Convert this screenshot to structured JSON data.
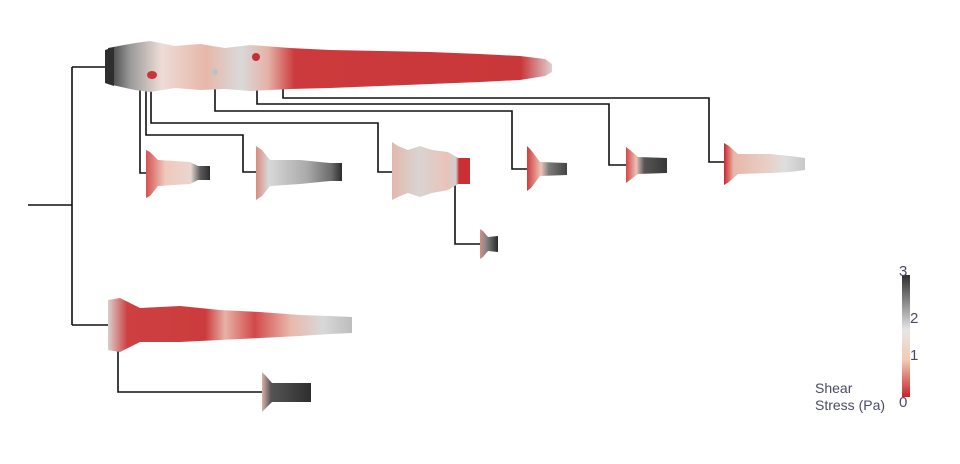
{
  "colorbar": {
    "title_line1": "Shear",
    "title_line2": "Stress (Pa)",
    "ticks": [
      "3",
      "2",
      "1",
      "0"
    ],
    "min": 0,
    "max": 3,
    "colors": {
      "low": "#c7232b",
      "mid_low": "#f2c9b4",
      "mid": "#e6e6e6",
      "high": "#2f2f2f"
    }
  },
  "tree": {
    "line_color": "#111111"
  }
}
